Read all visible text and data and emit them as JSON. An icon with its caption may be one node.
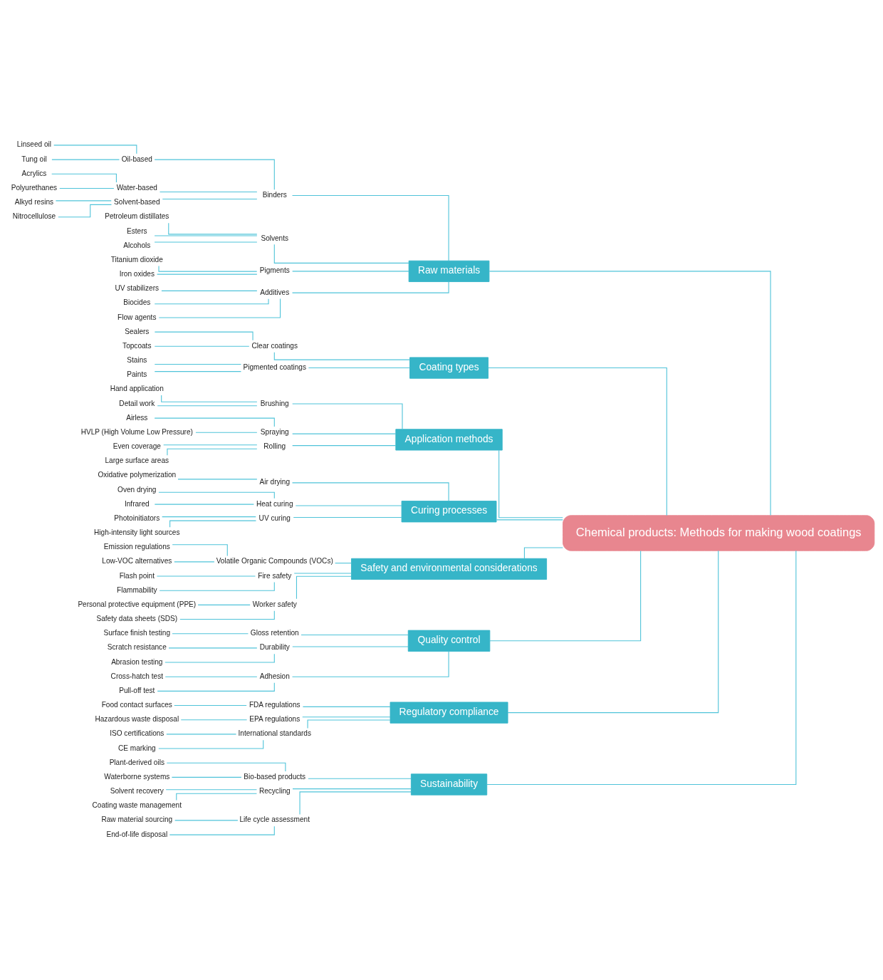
{
  "diagram": {
    "nodes": [
      {
        "text": [
          "Chemical products: Methods for making wood coatings"
        ]
      },
      {
        "text": [
          "Raw materials"
        ]
      },
      {
        "text": [
          "Binders"
        ]
      },
      {
        "text": [
          "Oil-based"
        ]
      },
      {
        "text": [
          "Linseed oil"
        ]
      },
      {
        "text": [
          "Tung oil"
        ]
      },
      {
        "text": [
          "Water-based"
        ]
      },
      {
        "text": [
          "Acrylics"
        ]
      },
      {
        "text": [
          "Polyurethanes"
        ]
      },
      {
        "text": [
          "Solvent-based"
        ]
      },
      {
        "text": [
          "Alkyd resins"
        ]
      },
      {
        "text": [
          "Nitrocellulose"
        ]
      },
      {
        "text": [
          "Solvents"
        ]
      },
      {
        "text": [
          "Petroleum distillates"
        ]
      },
      {
        "text": [
          "Esters"
        ]
      },
      {
        "text": [
          "Alcohols"
        ]
      },
      {
        "text": [
          "Pigments"
        ]
      },
      {
        "text": [
          "Titanium dioxide"
        ]
      },
      {
        "text": [
          "Iron oxides"
        ]
      },
      {
        "text": [
          "Additives"
        ]
      },
      {
        "text": [
          "UV stabilizers"
        ]
      },
      {
        "text": [
          "Biocides"
        ]
      },
      {
        "text": [
          "Flow agents"
        ]
      },
      {
        "text": [
          "Coating types"
        ]
      },
      {
        "text": [
          "Clear coatings"
        ]
      },
      {
        "text": [
          "Sealers"
        ]
      },
      {
        "text": [
          "Topcoats"
        ]
      },
      {
        "text": [
          "Pigmented coatings"
        ]
      },
      {
        "text": [
          "Stains"
        ]
      },
      {
        "text": [
          "Paints"
        ]
      },
      {
        "text": [
          "Application methods"
        ]
      },
      {
        "text": [
          "Brushing"
        ]
      },
      {
        "text": [
          "Hand application"
        ]
      },
      {
        "text": [
          "Detail work"
        ]
      },
      {
        "text": [
          "Spraying"
        ]
      },
      {
        "text": [
          "Airless"
        ]
      },
      {
        "text": [
          "HVLP (High Volume Low Pressure)"
        ]
      },
      {
        "text": [
          "Rolling"
        ]
      },
      {
        "text": [
          "Even coverage"
        ]
      },
      {
        "text": [
          "Large surface areas"
        ]
      },
      {
        "text": [
          "Curing processes"
        ]
      },
      {
        "text": [
          "Air drying"
        ]
      },
      {
        "text": [
          "Oxidative polymerization"
        ]
      },
      {
        "text": [
          "Heat curing"
        ]
      },
      {
        "text": [
          "Oven drying"
        ]
      },
      {
        "text": [
          "Infrared"
        ]
      },
      {
        "text": [
          "UV curing"
        ]
      },
      {
        "text": [
          "Photoinitiators"
        ]
      },
      {
        "text": [
          "High-intensity light sources"
        ]
      },
      {
        "text": [
          "Safety and environmental considerations"
        ]
      },
      {
        "text": [
          "Volatile Organic Compounds (VOCs)"
        ]
      },
      {
        "text": [
          "Emission regulations"
        ]
      },
      {
        "text": [
          "Low-VOC alternatives"
        ]
      },
      {
        "text": [
          "Fire safety"
        ]
      },
      {
        "text": [
          "Flash point"
        ]
      },
      {
        "text": [
          "Flammability"
        ]
      },
      {
        "text": [
          "Worker safety"
        ]
      },
      {
        "text": [
          "Personal protective equipment (PPE)"
        ]
      },
      {
        "text": [
          "Safety data sheets (SDS)"
        ]
      },
      {
        "text": [
          "Quality control"
        ]
      },
      {
        "text": [
          "Gloss retention"
        ]
      },
      {
        "text": [
          "Surface finish testing"
        ]
      },
      {
        "text": [
          "Durability"
        ]
      },
      {
        "text": [
          "Scratch resistance"
        ]
      },
      {
        "text": [
          "Abrasion testing"
        ]
      },
      {
        "text": [
          "Adhesion"
        ]
      },
      {
        "text": [
          "Cross-hatch test"
        ]
      },
      {
        "text": [
          "Pull-off test"
        ]
      },
      {
        "text": [
          "Regulatory compliance"
        ]
      },
      {
        "text": [
          "FDA regulations"
        ]
      },
      {
        "text": [
          "Food contact surfaces"
        ]
      },
      {
        "text": [
          "EPA regulations"
        ]
      },
      {
        "text": [
          "Hazardous waste disposal"
        ]
      },
      {
        "text": [
          "International standards"
        ]
      },
      {
        "text": [
          "ISO certifications"
        ]
      },
      {
        "text": [
          "CE marking"
        ]
      },
      {
        "text": [
          "Sustainability"
        ]
      },
      {
        "text": [
          "Bio-based products"
        ]
      },
      {
        "text": [
          "Plant-derived oils"
        ]
      },
      {
        "text": [
          "Waterborne systems"
        ]
      },
      {
        "text": [
          "Recycling"
        ]
      },
      {
        "text": [
          "Solvent recovery"
        ]
      },
      {
        "text": [
          "Coating waste management"
        ]
      },
      {
        "text": [
          "Life cycle assessment"
        ]
      },
      {
        "text": [
          "Raw material sourcing"
        ]
      },
      {
        "text": [
          "End-of-life disposal"
        ]
      }
    ],
    "edges": [
      {
        "from": 0,
        "to": 1,
        "arrow": "none"
      },
      {
        "from": 1,
        "to": 2,
        "arrow": "none"
      },
      {
        "from": 2,
        "to": 3,
        "arrow": "none"
      },
      {
        "from": 3,
        "to": 4,
        "arrow": "none"
      },
      {
        "from": 3,
        "to": 5,
        "arrow": "none"
      },
      {
        "from": 2,
        "to": 6,
        "arrow": "none"
      },
      {
        "from": 6,
        "to": 7,
        "arrow": "none"
      },
      {
        "from": 6,
        "to": 8,
        "arrow": "none"
      },
      {
        "from": 2,
        "to": 9,
        "arrow": "none"
      },
      {
        "from": 9,
        "to": 10,
        "arrow": "none"
      },
      {
        "from": 9,
        "to": 11,
        "arrow": "none"
      },
      {
        "from": 1,
        "to": 12,
        "arrow": "none"
      },
      {
        "from": 12,
        "to": 13,
        "arrow": "none"
      },
      {
        "from": 12,
        "to": 14,
        "arrow": "none"
      },
      {
        "from": 12,
        "to": 15,
        "arrow": "none"
      },
      {
        "from": 1,
        "to": 16,
        "arrow": "none"
      },
      {
        "from": 16,
        "to": 17,
        "arrow": "none"
      },
      {
        "from": 16,
        "to": 18,
        "arrow": "none"
      },
      {
        "from": 1,
        "to": 19,
        "arrow": "none"
      },
      {
        "from": 19,
        "to": 20,
        "arrow": "none"
      },
      {
        "from": 19,
        "to": 21,
        "arrow": "none"
      },
      {
        "from": 19,
        "to": 22,
        "arrow": "none"
      },
      {
        "from": 0,
        "to": 23,
        "arrow": "none"
      },
      {
        "from": 23,
        "to": 24,
        "arrow": "none"
      },
      {
        "from": 24,
        "to": 25,
        "arrow": "none"
      },
      {
        "from": 24,
        "to": 26,
        "arrow": "none"
      },
      {
        "from": 23,
        "to": 27,
        "arrow": "none"
      },
      {
        "from": 27,
        "to": 28,
        "arrow": "none"
      },
      {
        "from": 27,
        "to": 29,
        "arrow": "none"
      },
      {
        "from": 0,
        "to": 30,
        "arrow": "none"
      },
      {
        "from": 30,
        "to": 31,
        "arrow": "none"
      },
      {
        "from": 31,
        "to": 32,
        "arrow": "none"
      },
      {
        "from": 31,
        "to": 33,
        "arrow": "none"
      },
      {
        "from": 30,
        "to": 34,
        "arrow": "none"
      },
      {
        "from": 34,
        "to": 35,
        "arrow": "none"
      },
      {
        "from": 34,
        "to": 36,
        "arrow": "none"
      },
      {
        "from": 30,
        "to": 37,
        "arrow": "none"
      },
      {
        "from": 37,
        "to": 38,
        "arrow": "none"
      },
      {
        "from": 37,
        "to": 39,
        "arrow": "none"
      },
      {
        "from": 0,
        "to": 40,
        "arrow": "none"
      },
      {
        "from": 40,
        "to": 41,
        "arrow": "none"
      },
      {
        "from": 41,
        "to": 42,
        "arrow": "none"
      },
      {
        "from": 40,
        "to": 43,
        "arrow": "none"
      },
      {
        "from": 43,
        "to": 44,
        "arrow": "none"
      },
      {
        "from": 43,
        "to": 45,
        "arrow": "none"
      },
      {
        "from": 40,
        "to": 46,
        "arrow": "none"
      },
      {
        "from": 46,
        "to": 47,
        "arrow": "none"
      },
      {
        "from": 46,
        "to": 48,
        "arrow": "none"
      },
      {
        "from": 0,
        "to": 49,
        "arrow": "none"
      },
      {
        "from": 49,
        "to": 50,
        "arrow": "none"
      },
      {
        "from": 50,
        "to": 51,
        "arrow": "none"
      },
      {
        "from": 50,
        "to": 52,
        "arrow": "none"
      },
      {
        "from": 49,
        "to": 53,
        "arrow": "none"
      },
      {
        "from": 53,
        "to": 54,
        "arrow": "none"
      },
      {
        "from": 53,
        "to": 55,
        "arrow": "none"
      },
      {
        "from": 49,
        "to": 56,
        "arrow": "none"
      },
      {
        "from": 56,
        "to": 57,
        "arrow": "none"
      },
      {
        "from": 56,
        "to": 58,
        "arrow": "none"
      },
      {
        "from": 0,
        "to": 59,
        "arrow": "none"
      },
      {
        "from": 59,
        "to": 60,
        "arrow": "none"
      },
      {
        "from": 60,
        "to": 61,
        "arrow": "none"
      },
      {
        "from": 59,
        "to": 62,
        "arrow": "none"
      },
      {
        "from": 62,
        "to": 63,
        "arrow": "none"
      },
      {
        "from": 62,
        "to": 64,
        "arrow": "none"
      },
      {
        "from": 59,
        "to": 65,
        "arrow": "none"
      },
      {
        "from": 65,
        "to": 66,
        "arrow": "none"
      },
      {
        "from": 65,
        "to": 67,
        "arrow": "none"
      },
      {
        "from": 0,
        "to": 68,
        "arrow": "none"
      },
      {
        "from": 68,
        "to": 69,
        "arrow": "none"
      },
      {
        "from": 69,
        "to": 70,
        "arrow": "none"
      },
      {
        "from": 68,
        "to": 71,
        "arrow": "none"
      },
      {
        "from": 71,
        "to": 72,
        "arrow": "none"
      },
      {
        "from": 68,
        "to": 73,
        "arrow": "none"
      },
      {
        "from": 73,
        "to": 74,
        "arrow": "none"
      },
      {
        "from": 73,
        "to": 75,
        "arrow": "none"
      },
      {
        "from": 0,
        "to": 76,
        "arrow": "none"
      },
      {
        "from": 76,
        "to": 77,
        "arrow": "none"
      },
      {
        "from": 77,
        "to": 78,
        "arrow": "none"
      },
      {
        "from": 77,
        "to": 79,
        "arrow": "none"
      },
      {
        "from": 76,
        "to": 80,
        "arrow": "none"
      },
      {
        "from": 80,
        "to": 81,
        "arrow": "none"
      },
      {
        "from": 80,
        "to": 82,
        "arrow": "none"
      },
      {
        "from": 76,
        "to": 83,
        "arrow": "none"
      },
      {
        "from": 83,
        "to": 84,
        "arrow": "none"
      },
      {
        "from": 83,
        "to": 85,
        "arrow": "none"
      }
    ]
  }
}
